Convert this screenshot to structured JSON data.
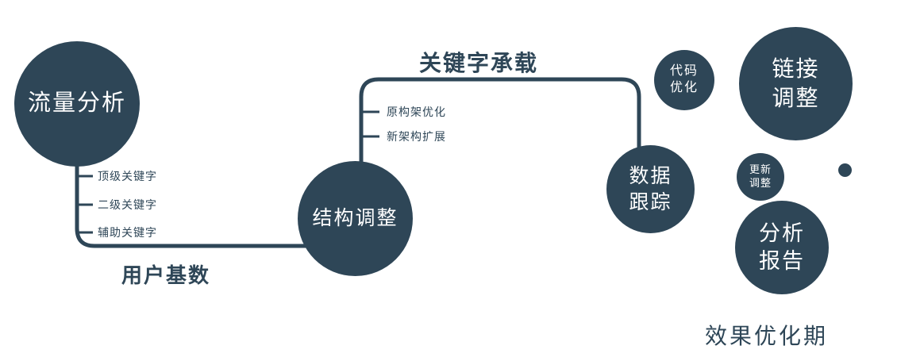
{
  "colors": {
    "circle_fill": "#2e4657",
    "line": "#2e4657",
    "text_dark": "#2e4657",
    "circle_text": "#ffffff",
    "background": "#ffffff"
  },
  "nodes": {
    "traffic_analysis": {
      "label": "流量分析"
    },
    "structure_adjustment": {
      "label": "结构调整"
    },
    "data_tracking": {
      "line1": "数据",
      "line2": "跟踪"
    },
    "code_optimization": {
      "line1": "代码",
      "line2": "优化"
    },
    "link_adjustment": {
      "line1": "链接",
      "line2": "调整"
    },
    "update_adjustment": {
      "line1": "更新",
      "line2": "调整"
    },
    "analysis_report": {
      "line1": "分析",
      "line2": "报告"
    }
  },
  "edge_labels": {
    "user_base": "用户基数",
    "keyword_carrying": "关键字承载"
  },
  "branch_labels": {
    "traffic_branches": [
      "顶级关键字",
      "二级关键字",
      "辅助关键字"
    ],
    "structure_branches": [
      "原构架优化",
      "新架构扩展"
    ]
  },
  "footer": {
    "caption": "效果优化期"
  }
}
